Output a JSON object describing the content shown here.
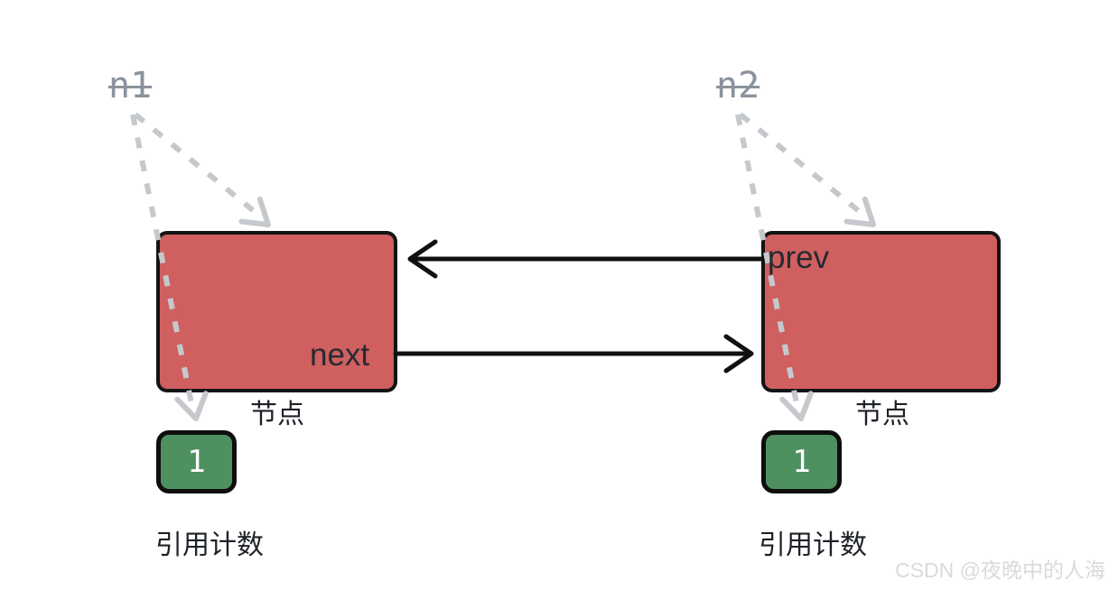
{
  "diagram": {
    "description": "Two doubly-linked list nodes referencing each other (circular reference) with reference counts",
    "variables": [
      {
        "name": "n1",
        "struck_through": true
      },
      {
        "name": "n2",
        "struck_through": true
      }
    ],
    "nodes": [
      {
        "label": "节点",
        "field": "next",
        "ref_value": "1",
        "ref_label": "引用计数"
      },
      {
        "label": "节点",
        "field": "prev",
        "ref_value": "1",
        "ref_label": "引用计数"
      }
    ],
    "colors": {
      "node_fill": "#d05f5f",
      "node_border": "#141414",
      "ref_fill": "#4f9061",
      "ref_text": "#ffffff",
      "solid_arrow": "#111111",
      "dashed_arrow": "#c5c8cc",
      "variable_text": "#8b929d",
      "label_text": "#1d2127",
      "watermark_text": "#d9dadb"
    }
  },
  "watermark": "CSDN @夜晚中的人海"
}
